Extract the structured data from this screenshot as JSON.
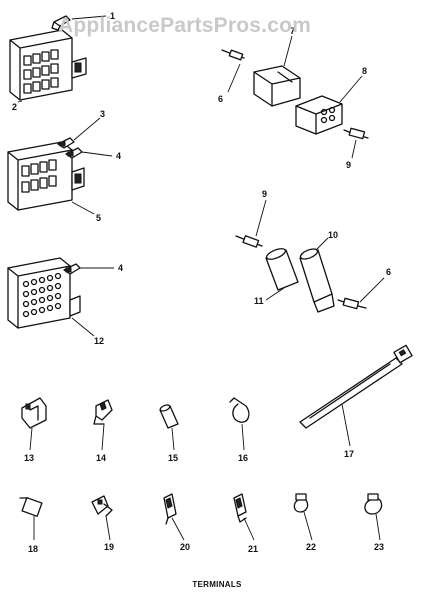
{
  "watermark": "AppliancePartsPros.com",
  "caption": "TERMINALS",
  "callouts": [
    "1",
    "2",
    "3",
    "4",
    "5",
    "4",
    "6",
    "7",
    "8",
    "9",
    "9",
    "10",
    "11",
    "6",
    "12",
    "13",
    "14",
    "15",
    "16",
    "17",
    "18",
    "19",
    "20",
    "21",
    "22",
    "23"
  ],
  "colors": {
    "ink": "#111111",
    "watermark": "#c9c9c9",
    "background": "#ffffff"
  }
}
